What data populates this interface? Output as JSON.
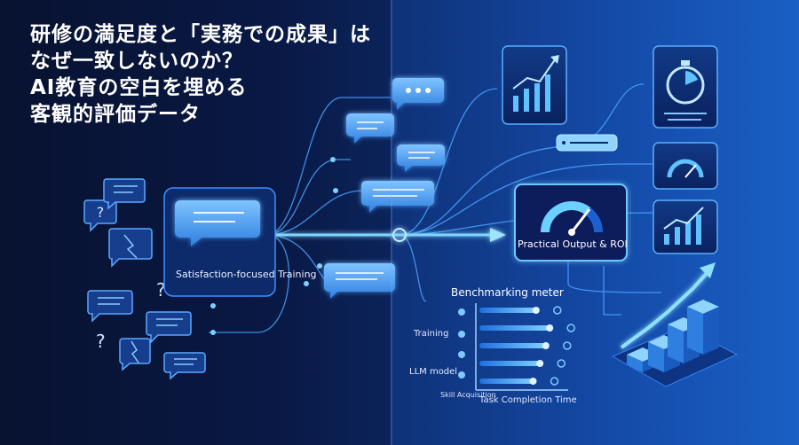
{
  "headline": {
    "line1": "研修の満足度と「実務での成果」は",
    "line2": "なぜ一致しないのか？",
    "line3": "AI教育の空白を埋める",
    "line4": "客観的評価データ"
  },
  "left_panel": {
    "caption": "Satisfaction-focused Training"
  },
  "roi_card": {
    "label": "Practical Output & ROI"
  },
  "benchmark": {
    "title": "Benchmarking meter",
    "row_label_training": "Training",
    "row_label_llm": "LLM model",
    "axis_y_label": "Skill Acquisition",
    "axis_x_label": "Task Completion Time",
    "bar_levels": [
      0.58,
      0.72,
      0.68,
      0.62,
      0.55
    ]
  },
  "colors": {
    "accent": "#3fb4ff",
    "bubble": "#4f9bf0",
    "card": "#0b1d4d",
    "glow": "#6cc7ff"
  }
}
